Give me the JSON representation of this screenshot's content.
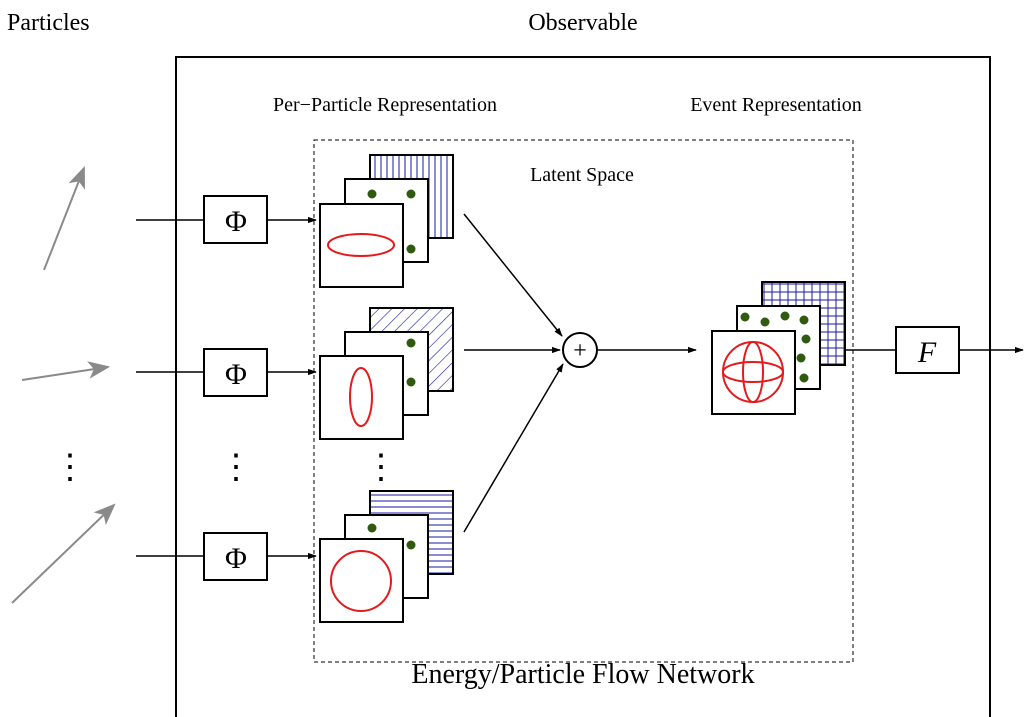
{
  "labels": {
    "particles": "Particles",
    "observable": "Observable",
    "per_particle": "Per−Particle Representation",
    "event": "Event Representation",
    "latent": "Latent Space",
    "network": "Energy/Particle Flow Network"
  },
  "phi_symbol": "Φ",
  "f_symbol": "F",
  "sum_symbol": "+",
  "dots": "⋮",
  "colors": {
    "red": "#e41a1c",
    "green": "#2f5a10",
    "blue": "#1a1aa6",
    "gray": "#8a8a8a",
    "black": "#000000"
  },
  "icons": {
    "phi_box": "phi-function-box",
    "sum": "circled-plus-icon",
    "f_box": "f-function-box"
  }
}
